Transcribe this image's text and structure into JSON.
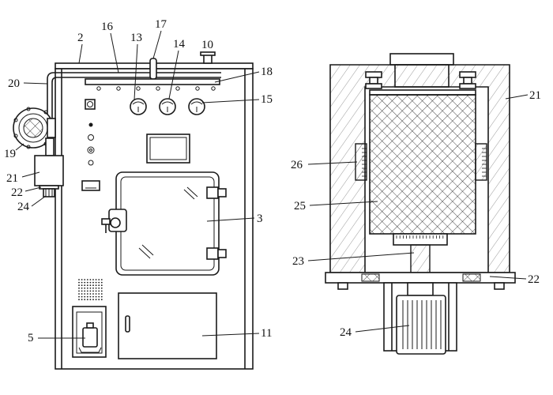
{
  "colors": {
    "line": "#1a1a1a",
    "background": "#ffffff",
    "hatch": "#555555"
  },
  "labels": {
    "l2": "2",
    "l16": "16",
    "l13": "13",
    "l17": "17",
    "l14": "14",
    "l10": "10",
    "l18": "18",
    "l20": "20",
    "l15": "15",
    "l19": "19",
    "l21": "21",
    "l22": "22",
    "l24": "24",
    "l3": "3",
    "l5": "5",
    "l11": "11",
    "r21": "21",
    "r26": "26",
    "r25": "25",
    "r23": "23",
    "r22": "22",
    "r24": "24"
  }
}
